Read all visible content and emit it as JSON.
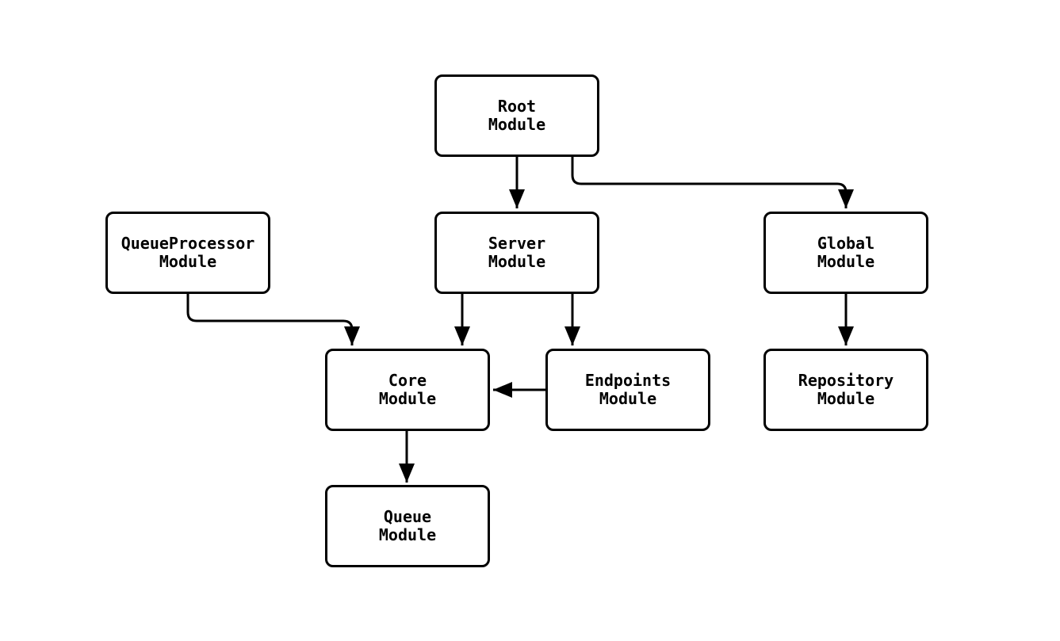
{
  "diagram": {
    "background_color": "#ffffff",
    "node_fill_color": "#ffffff",
    "node_border_color": "#000000",
    "edge_color": "#000000",
    "text_color": "#000000",
    "nodes": [
      {
        "id": "root",
        "line1": "Root",
        "line2": "Module"
      },
      {
        "id": "queueprocessor",
        "line1": "QueueProcessor",
        "line2": "Module"
      },
      {
        "id": "server",
        "line1": "Server",
        "line2": "Module"
      },
      {
        "id": "global",
        "line1": "Global",
        "line2": "Module"
      },
      {
        "id": "core",
        "line1": "Core",
        "line2": "Module"
      },
      {
        "id": "endpoints",
        "line1": "Endpoints",
        "line2": "Module"
      },
      {
        "id": "repository",
        "line1": "Repository",
        "line2": "Module"
      },
      {
        "id": "queue",
        "line1": "Queue",
        "line2": "Module"
      }
    ],
    "edges": [
      {
        "from": "Root Module",
        "to": "Server Module"
      },
      {
        "from": "Root Module",
        "to": "Global Module"
      },
      {
        "from": "QueueProcessor Module",
        "to": "Core Module"
      },
      {
        "from": "Server Module",
        "to": "Core Module"
      },
      {
        "from": "Server Module",
        "to": "Endpoints Module"
      },
      {
        "from": "Endpoints Module",
        "to": "Core Module"
      },
      {
        "from": "Global Module",
        "to": "Repository Module"
      },
      {
        "from": "Core Module",
        "to": "Queue Module"
      }
    ]
  }
}
